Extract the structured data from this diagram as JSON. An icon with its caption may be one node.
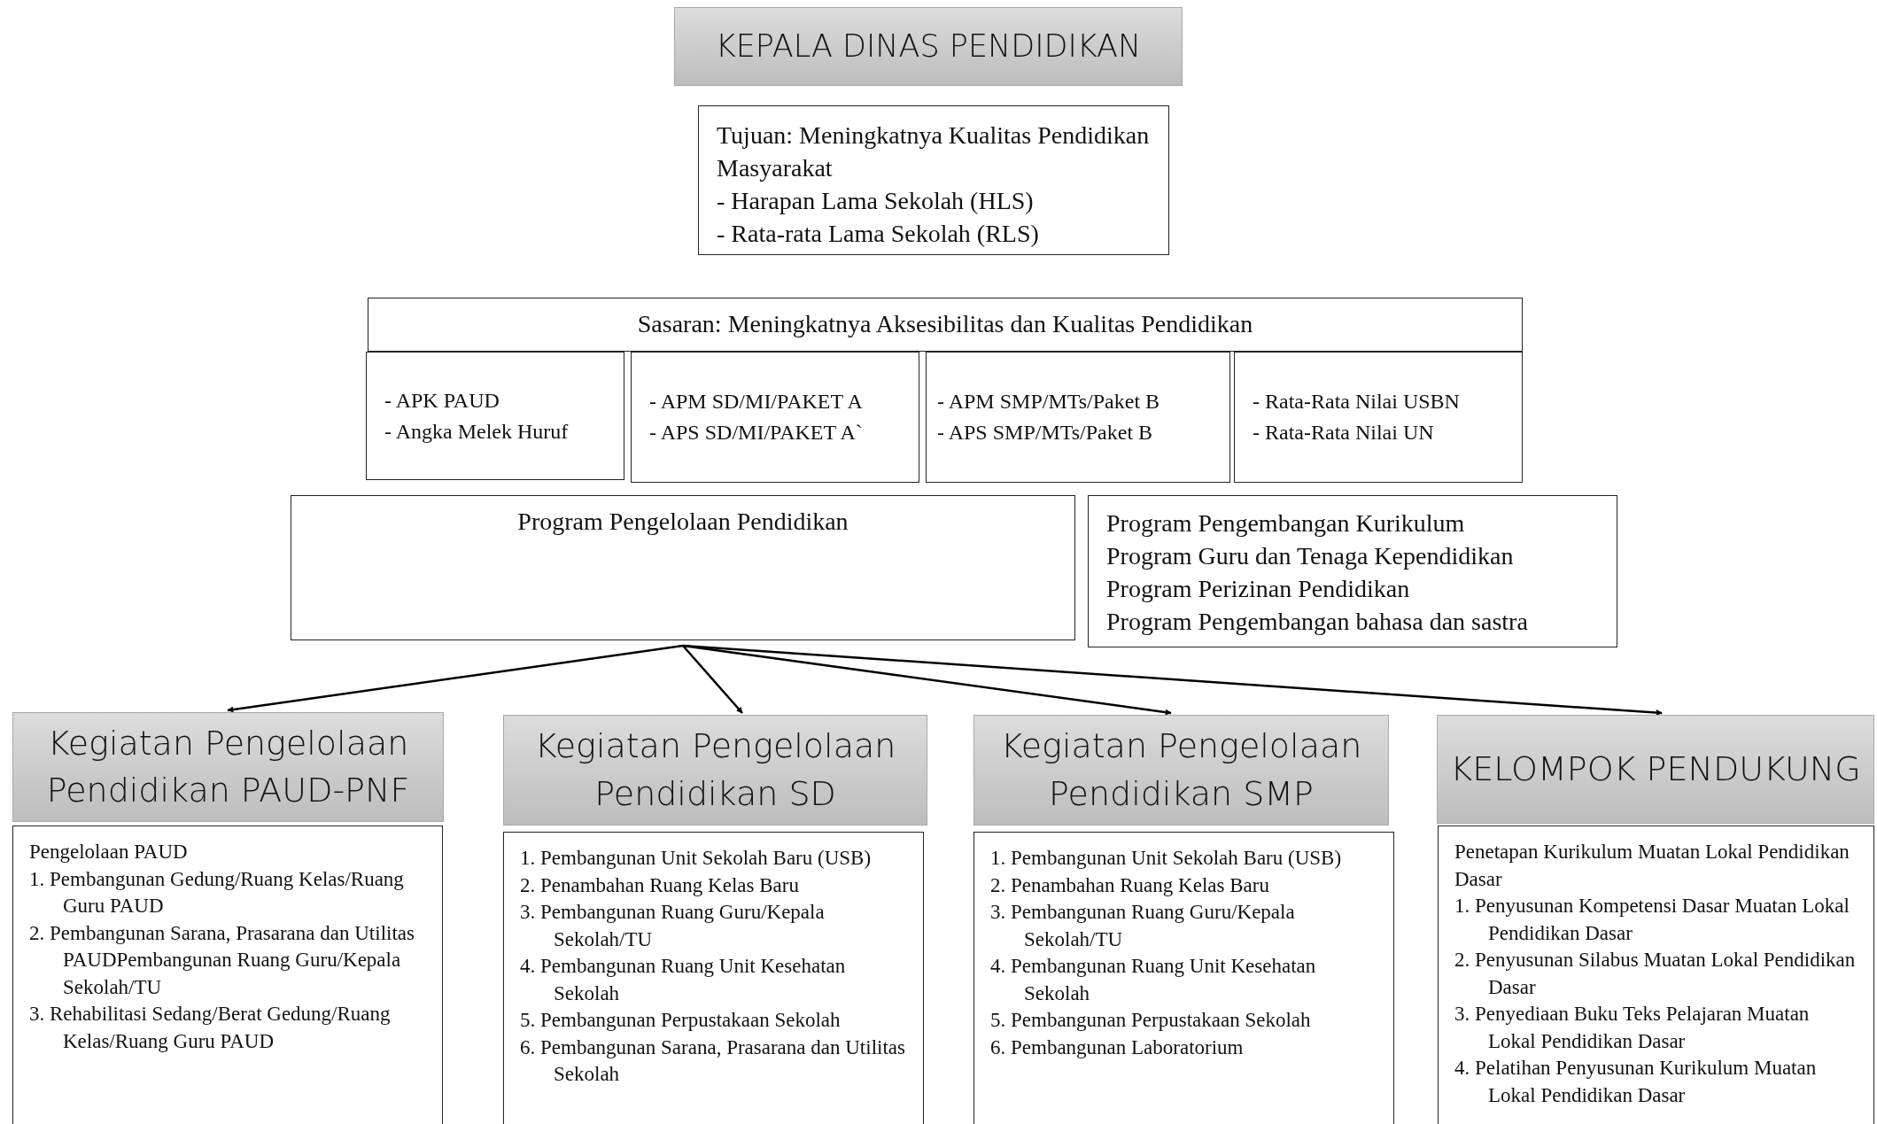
{
  "diagram": {
    "nodes": [
      {
        "text": [
          "KEPALA DINAS PENDIDIKAN"
        ]
      },
      {
        "text": [
          "Tujuan: Meningkatnya Kualitas Pendidikan Masyarakat",
          "- Harapan Lama Sekolah (HLS)",
          "- Rata-rata Lama Sekolah (RLS)"
        ]
      },
      {
        "text": [
          "Sasaran: Meningkatnya Aksesibilitas dan Kualitas Pendidikan"
        ]
      },
      {
        "text": [
          "- APK PAUD",
          "- Angka Melek Huruf"
        ]
      },
      {
        "text": [
          "- APM SD/MI/PAKET A",
          "- APS SD/MI/PAKET A`"
        ]
      },
      {
        "text": [
          "- APM SMP/MTs/Paket B",
          "- APS SMP/MTs/Paket B"
        ]
      },
      {
        "text": [
          "- Rata-Rata Nilai USBN",
          "- Rata-Rata Nilai UN"
        ]
      },
      {
        "text": [
          "Program Pengelolaan Pendidikan"
        ]
      },
      {
        "text": [
          "Program Pengembangan Kurikulum",
          "Program Guru dan Tenaga Kependidikan",
          "Program Perizinan Pendidikan",
          "Program Pengembangan bahasa dan sastra"
        ]
      },
      {
        "text": [
          "Kegiatan Pengelolaan Pendidikan PAUD-PNF"
        ]
      },
      {
        "text": [
          "Kegiatan Pengelolaan Pendidikan SD"
        ]
      },
      {
        "text": [
          "Kegiatan Pengelolaan Pendidikan SMP"
        ]
      },
      {
        "text": [
          "KELOMPOK PENDUKUNG"
        ]
      },
      {
        "text": [
          "Pengelolaan PAUD",
          "1. Pembangunan Gedung/Ruang Kelas/Ruang Guru PAUD",
          "2. Pembangunan Sarana, Prasarana dan Utilitas PAUDPembangunan Ruang Guru/Kepala Sekolah/TU",
          "3. Rehabilitasi Sedang/Berat Gedung/Ruang Kelas/Ruang Guru PAUD"
        ]
      },
      {
        "text": [
          "1. Pembangunan Unit Sekolah Baru (USB)",
          "2. Penambahan Ruang Kelas Baru",
          "3. Pembangunan Ruang Guru/Kepala Sekolah/TU",
          "4. Pembangunan Ruang Unit Kesehatan Sekolah",
          "5. Pembangunan Perpustakaan Sekolah",
          "6. Pembangunan Sarana, Prasarana dan Utilitas Sekolah"
        ]
      },
      {
        "text": [
          "1. Pembangunan Unit Sekolah Baru (USB)",
          "2. Penambahan Ruang Kelas Baru",
          "3. Pembangunan Ruang Guru/Kepala Sekolah/TU",
          "4. Pembangunan Ruang Unit Kesehatan Sekolah",
          "5. Pembangunan Perpustakaan Sekolah",
          "6. Pembangunan Laboratorium"
        ]
      },
      {
        "text": [
          "Penetapan Kurikulum Muatan Lokal Pendidikan Dasar",
          "1. Penyusunan Kompetensi Dasar Muatan Lokal Pendidikan Dasar",
          "2. Penyusunan Silabus Muatan Lokal Pendidikan Dasar",
          "3. Penyediaan Buku Teks Pelajaran Muatan Lokal Pendidikan Dasar",
          "4. Pelatihan Penyusunan Kurikulum Muatan Lokal Pendidikan Dasar"
        ]
      }
    ],
    "edges": [
      {
        "from": 7,
        "to": 9,
        "arrow": "to"
      },
      {
        "from": 7,
        "to": 10,
        "arrow": "to"
      },
      {
        "from": 7,
        "to": 11,
        "arrow": "to"
      },
      {
        "from": 7,
        "to": 12,
        "arrow": "to"
      }
    ]
  }
}
